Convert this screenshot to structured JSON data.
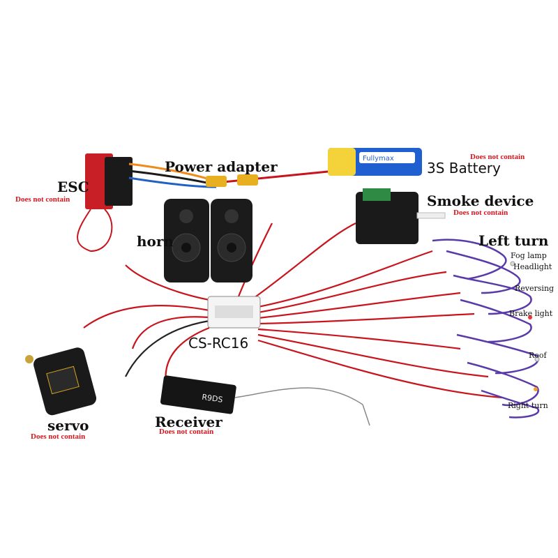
{
  "labels": {
    "esc": "ESC",
    "esc_note": "Does not contain",
    "power_adapter": "Power adapter",
    "battery": "3S Battery",
    "battery_note": "Does not contain",
    "battery_brand": "Fullymax",
    "smoke_device": "Smoke device",
    "smoke_note": "Does not contain",
    "horn": "horn",
    "left_turn": "Left turn",
    "fog_lamp": "Fog lamp",
    "headlight": "Headlight",
    "reversing": "Reversing",
    "brake_light": "Brake light",
    "roof": "Roof",
    "right_turn": "Right turn",
    "controller": "CS-RC16",
    "servo": "servo",
    "servo_note": "Does not contain",
    "receiver": "Receiver",
    "receiver_note": "Does not contain",
    "receiver_model": "R9DS"
  },
  "colors": {
    "background": "#ffffff",
    "note_red": "#d8141c",
    "wire_red": "#c8141c",
    "wire_purple": "#5a3aa8",
    "battery_blue": "#1f5fd0",
    "speaker_black": "#1b1b1b"
  }
}
